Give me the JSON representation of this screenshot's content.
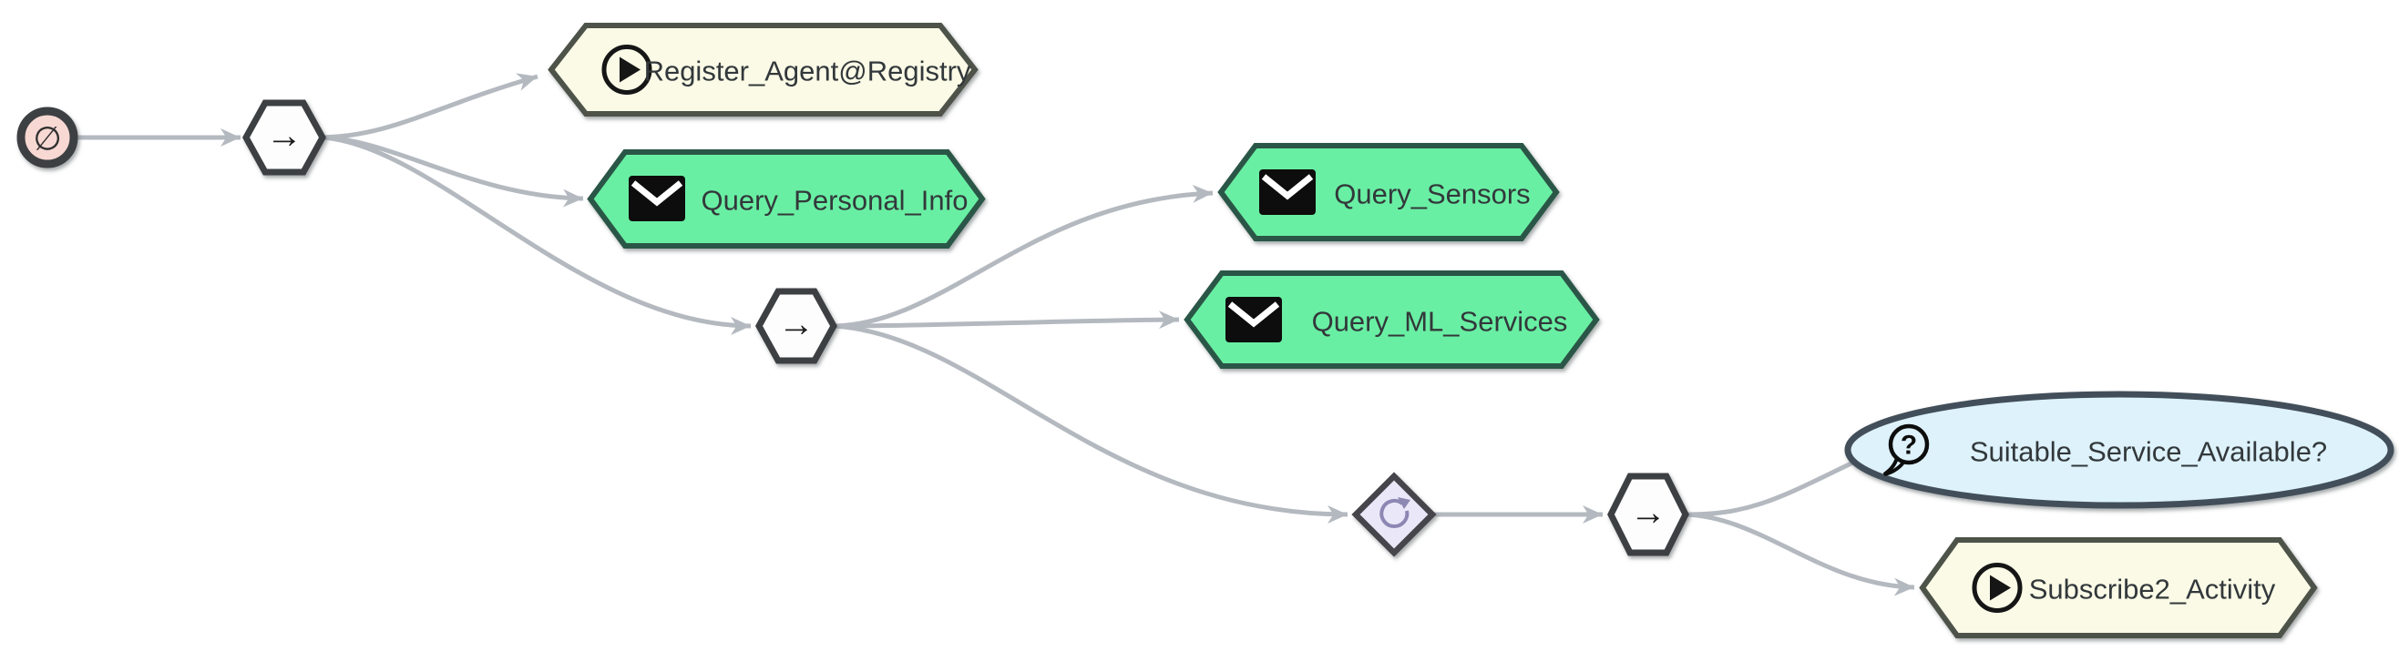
{
  "diagram": {
    "type": "agent-workflow-tree",
    "background": "#ffffff",
    "colors": {
      "edge": "#b4b9c0",
      "operator_fill": "#fdfdfd",
      "operator_border": "#3d4043",
      "start_fill": "#f7d8d3",
      "activity_fill": "#fafae6",
      "activity_border": "#4e5249",
      "message_fill": "#69efa3",
      "message_border": "#2b5747",
      "condition_fill": "#ddf2fb",
      "condition_border": "#42505a",
      "loop_fill": "#eae7f8",
      "loop_border": "#45444c",
      "loop_icon": "#8d87b3",
      "label_text": "#33383a"
    },
    "glyphs": {
      "empty_set": "∅",
      "sequence_arrow": "→",
      "question_mark": "?"
    },
    "icons": {
      "start": "empty-set-icon",
      "sequence": "arrow-right-icon",
      "loop": "circular-arrow-icon",
      "activity": "play-circle-icon",
      "message": "envelope-icon",
      "condition": "question-bubble-icon"
    },
    "nodes": {
      "start": {
        "type": "start"
      },
      "seq1": {
        "type": "sequence"
      },
      "register_agent": {
        "label": "Register_Agent@Registry",
        "type": "activity"
      },
      "query_personal_info": {
        "label": "Query_Personal_Info",
        "type": "message"
      },
      "seq2": {
        "type": "sequence"
      },
      "query_sensors": {
        "label": "Query_Sensors",
        "type": "message"
      },
      "query_ml_services": {
        "label": "Query_ML_Services",
        "type": "message"
      },
      "loop": {
        "type": "loop"
      },
      "seq3": {
        "type": "sequence"
      },
      "suitable_service_available": {
        "label": "Suitable_Service_Available?",
        "type": "condition"
      },
      "subscribe2_activity": {
        "label": "Subscribe2_Activity",
        "type": "activity"
      }
    },
    "edges": [
      {
        "from": "start",
        "to": "seq1",
        "arrow": true
      },
      {
        "from": "seq1",
        "to": "register_agent",
        "arrow": true
      },
      {
        "from": "seq1",
        "to": "query_personal_info",
        "arrow": true
      },
      {
        "from": "seq1",
        "to": "seq2",
        "arrow": true
      },
      {
        "from": "seq2",
        "to": "query_sensors",
        "arrow": true
      },
      {
        "from": "seq2",
        "to": "query_ml_services",
        "arrow": true
      },
      {
        "from": "seq2",
        "to": "loop",
        "arrow": true
      },
      {
        "from": "loop",
        "to": "seq3",
        "arrow": true
      },
      {
        "from": "seq3",
        "to": "suitable_service_available",
        "arrow": false
      },
      {
        "from": "seq3",
        "to": "subscribe2_activity",
        "arrow": true
      }
    ]
  }
}
